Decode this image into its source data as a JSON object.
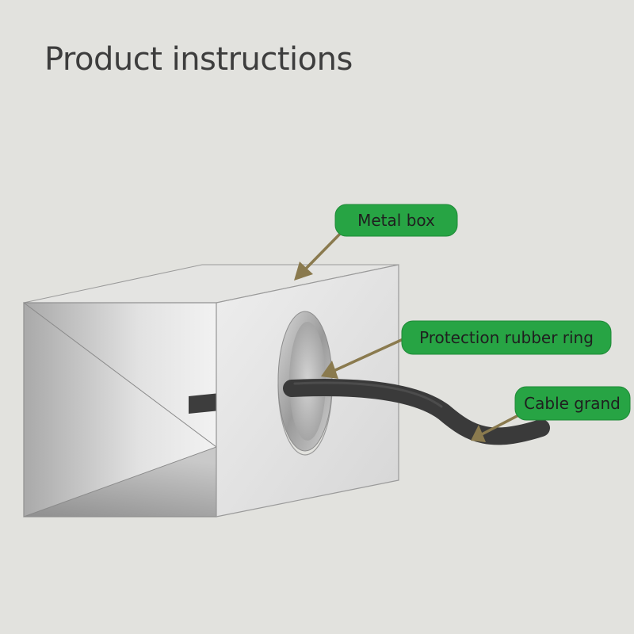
{
  "title": "Product instructions",
  "labels": {
    "metal_box": "Metal box",
    "rubber_ring": "Protection rubber ring",
    "cable": "Cable grand"
  },
  "colors": {
    "background": "#e2e2de",
    "label_fill": "#27a444",
    "arrow": "#8a7a4e",
    "cable": "#3a3a3a"
  }
}
